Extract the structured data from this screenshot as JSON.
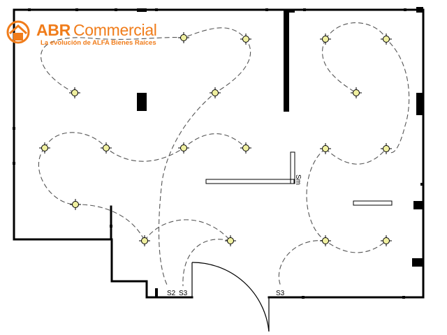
{
  "brand": {
    "name_bold": "ABR",
    "name_rest": "Commercial",
    "tagline": "La evolución de ALFA Bienes Raíces",
    "color": "#f07c1a"
  },
  "plan": {
    "switch_labels": {
      "s2_left": "S2",
      "s3_left": "S3",
      "s3_right": "S3",
      "sm_vertical": "Sm"
    },
    "lamp_color": "#f0f0a0",
    "line_color": "#000000"
  }
}
